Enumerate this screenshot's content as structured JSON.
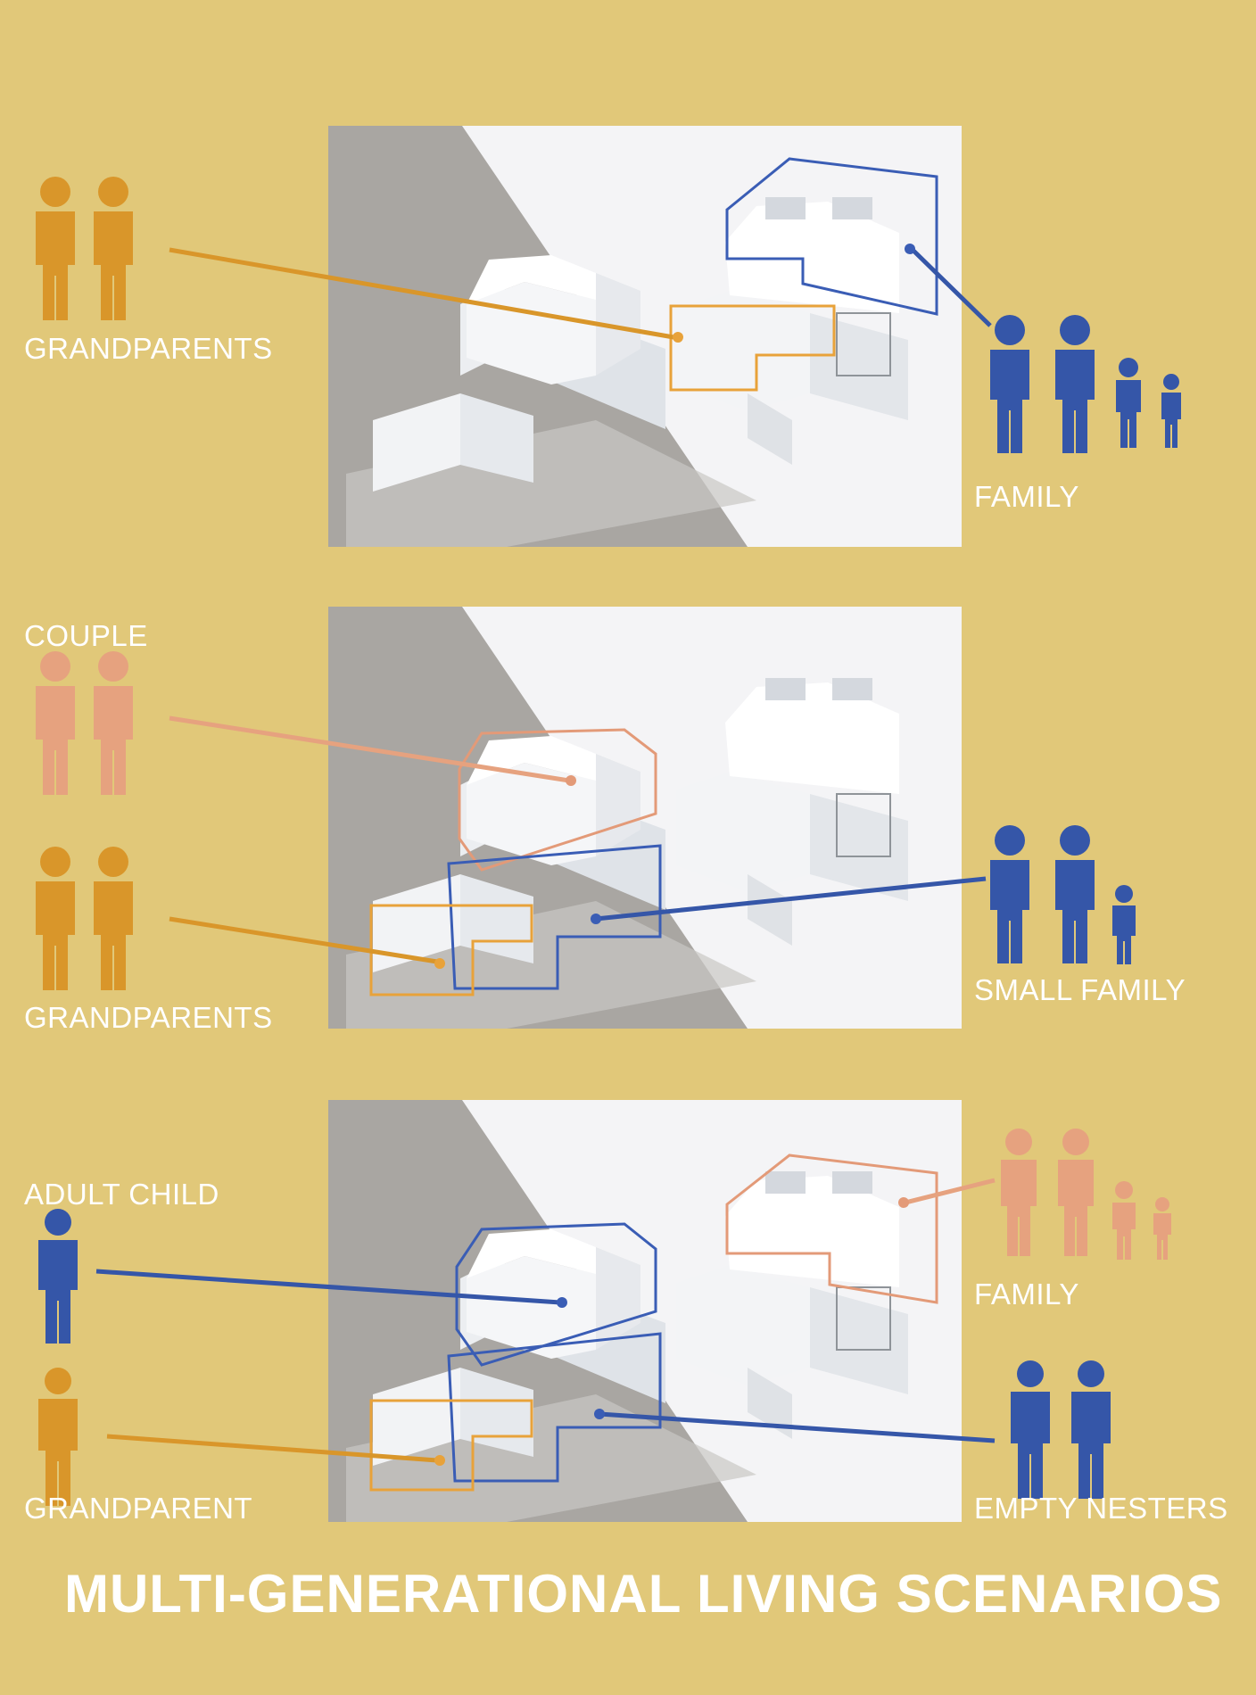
{
  "title": "MULTI-GENERATIONAL LIVING SCENARIOS",
  "colors": {
    "background": "#e1c879",
    "grandparents": "#d9962a",
    "family_blue": "#3556a8",
    "couple_pink": "#e6a27f",
    "orange_outline": "#e8a23a",
    "pink_outline": "#e39a78",
    "blue_outline": "#3a5db5"
  },
  "scenarios": [
    {
      "left_labels": [
        "GRANDPARENTS"
      ],
      "right_labels": [
        "FAMILY"
      ]
    },
    {
      "left_labels": [
        "COUPLE",
        "GRANDPARENTS"
      ],
      "right_labels": [
        "SMALL FAMILY"
      ]
    },
    {
      "left_labels": [
        "ADULT CHILD",
        "GRANDPARENT"
      ],
      "right_labels": [
        "FAMILY",
        "EMPTY NESTERS"
      ]
    }
  ]
}
